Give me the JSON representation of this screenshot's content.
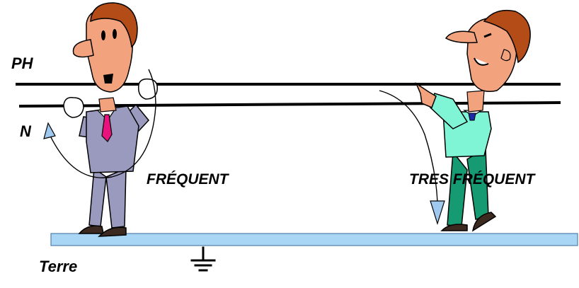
{
  "labels": {
    "phase": "PH",
    "neutral": "N",
    "left_case": "FRÉQUENT",
    "right_case": "TRES FRÉQUENT",
    "ground": "Terre"
  },
  "icons": {
    "ground_symbol": "earth-ground-icon",
    "current_path_left": "curved-arrow-icon",
    "current_path_right": "curved-arrow-icon"
  },
  "colors": {
    "wire": "#000000",
    "ground_plate": "#a9d6f5",
    "arrow": "#9fc9ee",
    "skin": "#f2a27c",
    "hair": "#b34c16",
    "left_suit": "#9a9abf",
    "left_tie": "#e8137f",
    "right_shirt": "#7ff5d6",
    "right_pants": "#169a72",
    "shoes": "#3c2a21"
  }
}
